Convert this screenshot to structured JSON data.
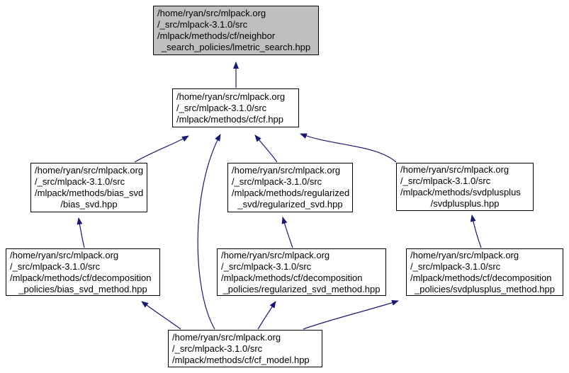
{
  "colors": {
    "edge": "#191970",
    "node_border": "#000000",
    "node_fill": "#ffffff",
    "root_fill": "#bfbfbf",
    "background": "#ffffff",
    "text": "#000000"
  },
  "nodes": [
    {
      "id": "lmetric_search",
      "lines": [
        "/home/ryan/src/mlpack.org",
        "/_src/mlpack-3.1.0/src",
        "/mlpack/methods/cf/neighbor",
        "_search_policies/lmetric_search.hpp"
      ]
    },
    {
      "id": "cf",
      "lines": [
        "/home/ryan/src/mlpack.org",
        "/_src/mlpack-3.1.0/src",
        "/mlpack/methods/cf/cf.hpp"
      ]
    },
    {
      "id": "bias_svd",
      "lines": [
        "/home/ryan/src/mlpack.org",
        "/_src/mlpack-3.1.0/src",
        "/mlpack/methods/bias_svd",
        "/bias_svd.hpp"
      ]
    },
    {
      "id": "regularized_svd",
      "lines": [
        "/home/ryan/src/mlpack.org",
        "/_src/mlpack-3.1.0/src",
        "/mlpack/methods/regularized",
        "_svd/regularized_svd.hpp"
      ]
    },
    {
      "id": "svdplusplus",
      "lines": [
        "/home/ryan/src/mlpack.org",
        "/_src/mlpack-3.1.0/src",
        "/mlpack/methods/svdplusplus",
        "/svdplusplus.hpp"
      ]
    },
    {
      "id": "bias_svd_method",
      "lines": [
        "/home/ryan/src/mlpack.org",
        "/_src/mlpack-3.1.0/src",
        "/mlpack/methods/cf/decomposition",
        "_policies/bias_svd_method.hpp"
      ]
    },
    {
      "id": "regularized_svd_method",
      "lines": [
        "/home/ryan/src/mlpack.org",
        "/_src/mlpack-3.1.0/src",
        "/mlpack/methods/cf/decomposition",
        "_policies/regularized_svd_method.hpp"
      ]
    },
    {
      "id": "svdplusplus_method",
      "lines": [
        "/home/ryan/src/mlpack.org",
        "/_src/mlpack-3.1.0/src",
        "/mlpack/methods/cf/decomposition",
        "_policies/svdplusplus_method.hpp"
      ]
    },
    {
      "id": "cf_model",
      "lines": [
        "/home/ryan/src/mlpack.org",
        "/_src/mlpack-3.1.0/src",
        "/mlpack/methods/cf/cf_model.hpp"
      ]
    }
  ],
  "edges": [
    {
      "from": "cf",
      "to": "lmetric_search"
    },
    {
      "from": "bias_svd",
      "to": "cf"
    },
    {
      "from": "regularized_svd",
      "to": "cf"
    },
    {
      "from": "svdplusplus",
      "to": "cf"
    },
    {
      "from": "cf_model",
      "to": "cf"
    },
    {
      "from": "bias_svd_method",
      "to": "bias_svd"
    },
    {
      "from": "regularized_svd_method",
      "to": "regularized_svd"
    },
    {
      "from": "svdplusplus_method",
      "to": "svdplusplus"
    },
    {
      "from": "cf_model",
      "to": "bias_svd_method"
    },
    {
      "from": "cf_model",
      "to": "regularized_svd_method"
    },
    {
      "from": "cf_model",
      "to": "svdplusplus_method"
    }
  ]
}
